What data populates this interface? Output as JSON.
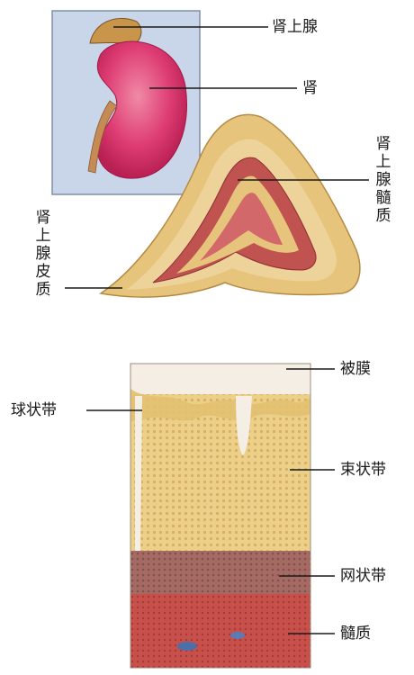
{
  "labels": {
    "adrenal_gland": "肾上腺",
    "kidney": "肾",
    "adrenal_medulla": "肾上腺髓质",
    "adrenal_cortex": "肾上腺皮质",
    "capsule": "被膜",
    "zona_glomerulosa": "球状带",
    "zona_fasciculata": "束状带",
    "zona_reticularis": "网状带",
    "medulla": "髓质"
  },
  "colors": {
    "inset_background": "#c9d6ea",
    "kidney": "#d8326b",
    "cortex_yellow": "#e8c77a",
    "medulla_red": "#c0524f",
    "reticularis_brown": "#9c6460"
  }
}
